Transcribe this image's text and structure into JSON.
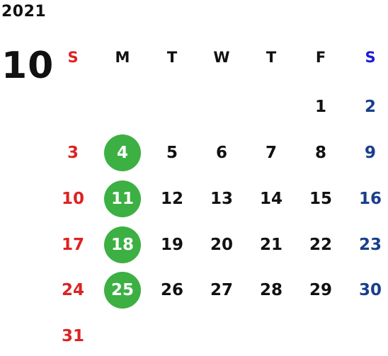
{
  "calendar": {
    "year": "2021",
    "month": "10",
    "weekdays": [
      "S",
      "M",
      "T",
      "W",
      "T",
      "F",
      "S"
    ],
    "weeks": [
      [
        "",
        "",
        "",
        "",
        "",
        "1",
        "2"
      ],
      [
        "3",
        "4",
        "5",
        "6",
        "7",
        "8",
        "9"
      ],
      [
        "10",
        "11",
        "12",
        "13",
        "14",
        "15",
        "16"
      ],
      [
        "17",
        "18",
        "19",
        "20",
        "21",
        "22",
        "23"
      ],
      [
        "24",
        "25",
        "26",
        "27",
        "28",
        "29",
        "30"
      ],
      [
        "31",
        "",
        "",
        "",
        "",
        "",
        ""
      ]
    ],
    "highlighted_days": [
      "4",
      "11",
      "18",
      "25"
    ],
    "colors": {
      "sunday": "#dd2222",
      "saturday": "#1a3e8c",
      "saturday_header": "#1c1cd6",
      "weekday": "#111111",
      "highlight": "#3cb043",
      "highlight_text": "#ffffff"
    }
  }
}
